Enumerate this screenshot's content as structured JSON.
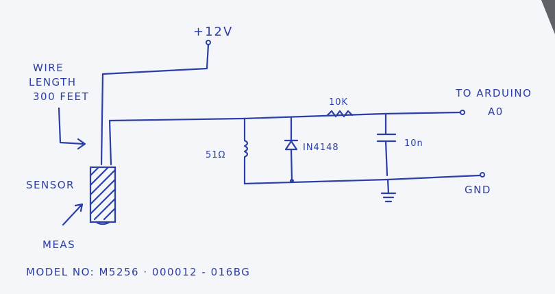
{
  "labels": {
    "supply": "+12V",
    "wire_length_line1": "WIRE",
    "wire_length_line2": "LENGTH",
    "wire_length_line3": "300 FEET",
    "sensor": "SENSOR",
    "meas": "MEAS",
    "model": "MODEL NO: M5256 · 000012 - 016BG",
    "resistor_series": "10K",
    "resistor_shunt": "51Ω",
    "diode": "IN4148",
    "capacitor": "10n",
    "to_arduino_line1": "TO ARDUINO",
    "to_arduino_line2": "A0",
    "ground": "GND"
  },
  "colors": {
    "ink": "#2c3ea8",
    "paper": "#f4f6fa"
  }
}
